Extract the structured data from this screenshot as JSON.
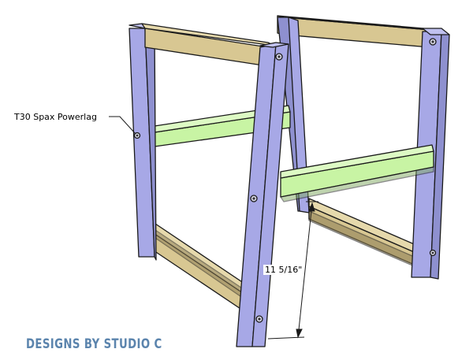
{
  "callout": {
    "label": "T30 Spax Powerlag"
  },
  "dimension": {
    "label": "11 5/16\""
  },
  "watermark": {
    "text": "DESIGNS BY STUDIO C"
  },
  "colors": {
    "legs": "#a7a8e6",
    "rails": "#d8c792",
    "stretchers": "#c8f4a4",
    "watermark": "#5b84ad",
    "outline": "#1a1a1a"
  }
}
